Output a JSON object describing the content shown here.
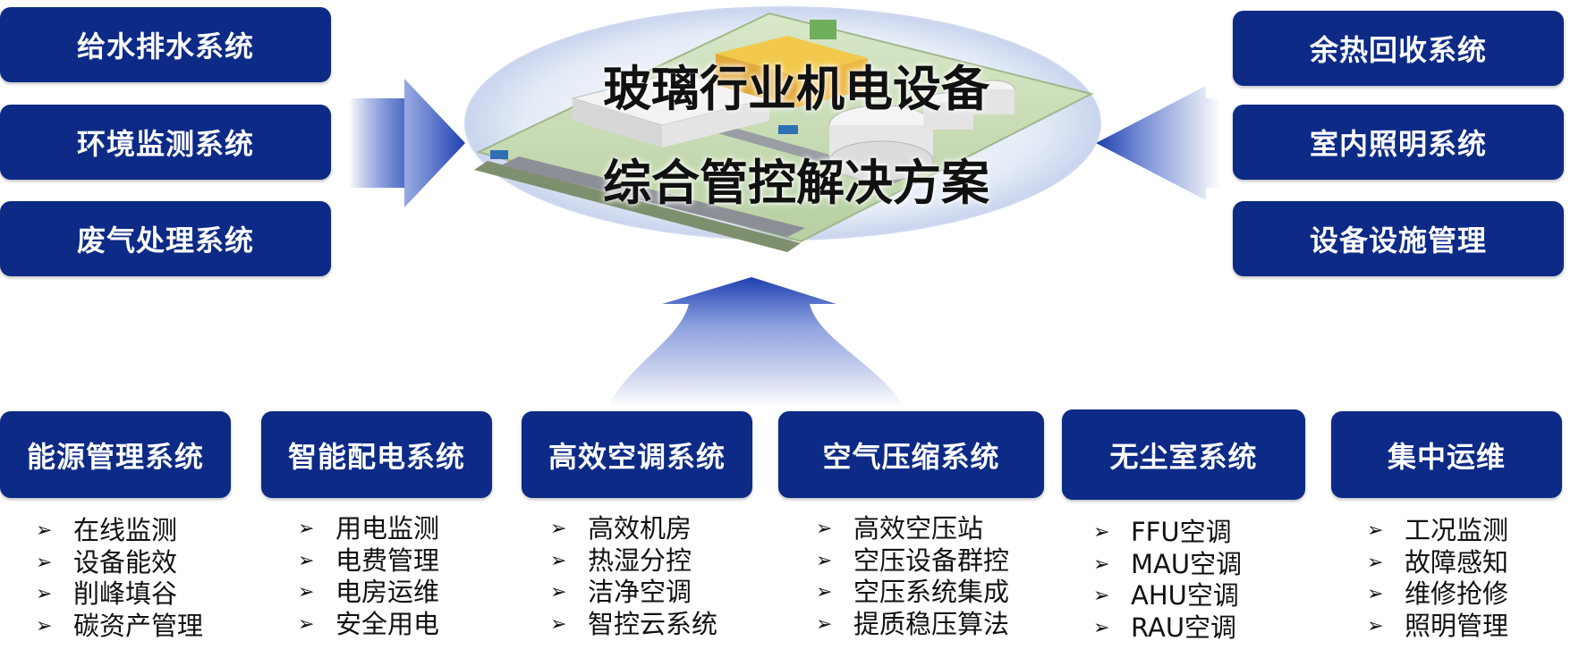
{
  "title": {
    "line1": "玻璃行业机电设备",
    "line2": "综合管控解决方案"
  },
  "left_systems": [
    "给水排水系统",
    "环境监测系统",
    "废气处理系统"
  ],
  "right_systems": [
    "余热回收系统",
    "室内照明系统",
    "设备设施管理"
  ],
  "bottom_systems": [
    {
      "label": "能源管理系统",
      "items": [
        "在线监测",
        "设备能效",
        "削峰填谷",
        "碳资产管理"
      ]
    },
    {
      "label": "智能配电系统",
      "items": [
        "用电监测",
        "电费管理",
        "电房运维",
        "安全用电"
      ]
    },
    {
      "label": "高效空调系统",
      "items": [
        "高效机房",
        "热湿分控",
        "洁净空调",
        "智控云系统"
      ]
    },
    {
      "label": "空气压缩系统",
      "items": [
        "高效空压站",
        "空压设备群控",
        "空压系统集成",
        "提质稳压算法"
      ]
    },
    {
      "label": "无尘室系统",
      "items": [
        "FFU空调",
        "MAU空调",
        "AHU空调",
        "RAU空调"
      ]
    },
    {
      "label": "集中运维",
      "items": [
        "工况监测",
        "故障感知",
        "维修抢修",
        "照明管理"
      ]
    }
  ],
  "bullet_symbol": "➢",
  "colors": {
    "box": "#0c2a86",
    "arrow": "#1d3fae"
  }
}
